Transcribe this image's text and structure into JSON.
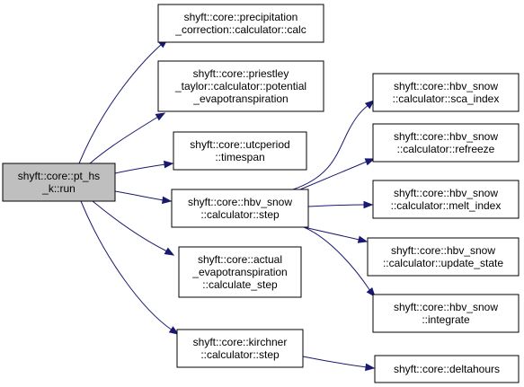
{
  "diagram": {
    "colors": {
      "edge": "#191970",
      "node_fill": "#ffffff",
      "root_fill": "#bfbfbf",
      "node_stroke": "#000000"
    },
    "nodes": [
      {
        "id": "n0",
        "lines": [
          "shyft::core::pt_hs",
          "_k::run"
        ],
        "root": true
      },
      {
        "id": "n1",
        "lines": [
          "shyft::core::precipitation",
          "_correction::calculator::calc"
        ]
      },
      {
        "id": "n2",
        "lines": [
          "shyft::core::priestley",
          "_taylor::calculator::potential",
          "_evapotranspiration"
        ]
      },
      {
        "id": "n3",
        "lines": [
          "shyft::core::utcperiod",
          "::timespan"
        ]
      },
      {
        "id": "n4",
        "lines": [
          "shyft::core::hbv_snow",
          "::calculator::step"
        ]
      },
      {
        "id": "n5",
        "lines": [
          "shyft::core::actual",
          "_evapotranspiration",
          "::calculate_step"
        ]
      },
      {
        "id": "n6",
        "lines": [
          "shyft::core::kirchner",
          "::calculator::step"
        ]
      },
      {
        "id": "n7",
        "lines": [
          "shyft::core::hbv_snow",
          "::calculator::sca_index"
        ]
      },
      {
        "id": "n8",
        "lines": [
          "shyft::core::hbv_snow",
          "::calculator::refreeze"
        ]
      },
      {
        "id": "n9",
        "lines": [
          "shyft::core::hbv_snow",
          "::calculator::melt_index"
        ]
      },
      {
        "id": "n10",
        "lines": [
          "shyft::core::hbv_snow",
          "::calculator::update_state"
        ]
      },
      {
        "id": "n11",
        "lines": [
          "shyft::core::hbv_snow",
          "::integrate"
        ]
      },
      {
        "id": "n12",
        "lines": [
          "shyft::core::deltahours"
        ]
      }
    ],
    "edges": [
      {
        "from": "n0",
        "to": "n1"
      },
      {
        "from": "n0",
        "to": "n2"
      },
      {
        "from": "n0",
        "to": "n3"
      },
      {
        "from": "n0",
        "to": "n4"
      },
      {
        "from": "n0",
        "to": "n5"
      },
      {
        "from": "n0",
        "to": "n6"
      },
      {
        "from": "n4",
        "to": "n7"
      },
      {
        "from": "n4",
        "to": "n8"
      },
      {
        "from": "n4",
        "to": "n9"
      },
      {
        "from": "n4",
        "to": "n10"
      },
      {
        "from": "n4",
        "to": "n11"
      },
      {
        "from": "n6",
        "to": "n12"
      }
    ]
  }
}
